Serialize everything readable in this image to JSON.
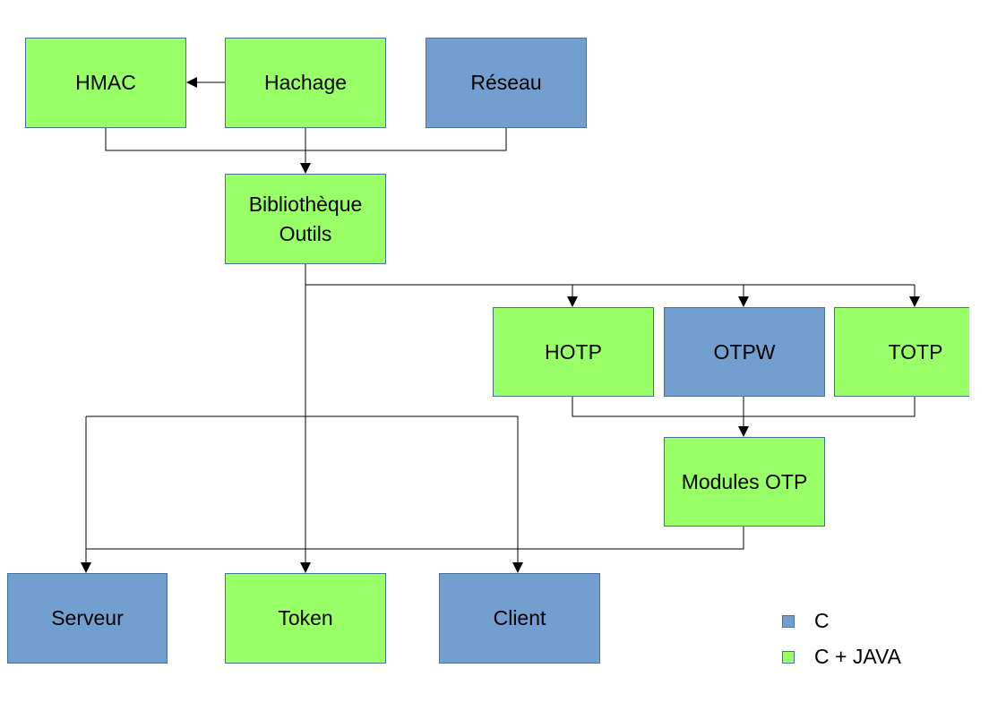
{
  "colors": {
    "green": "#99ff66",
    "blue": "#729fcf",
    "line": "#000000"
  },
  "nodes": {
    "hmac": {
      "label": "HMAC",
      "lang": "c_java"
    },
    "hachage": {
      "label": "Hachage",
      "lang": "c_java"
    },
    "reseau": {
      "label": "Réseau",
      "lang": "c"
    },
    "bibliotheque": {
      "label": "Bibliothèque\nOutils",
      "lang": "c_java"
    },
    "hotp": {
      "label": "HOTP",
      "lang": "c_java"
    },
    "otpw": {
      "label": "OTPW",
      "lang": "c"
    },
    "totp": {
      "label": "TOTP",
      "lang": "c_java"
    },
    "modules_otp": {
      "label": "Modules OTP",
      "lang": "c_java"
    },
    "serveur": {
      "label": "Serveur",
      "lang": "c"
    },
    "token": {
      "label": "Token",
      "lang": "c_java"
    },
    "client": {
      "label": "Client",
      "lang": "c"
    }
  },
  "edges": [
    {
      "from": "hachage",
      "to": "hmac"
    },
    {
      "from": "hmac",
      "to": "bibliotheque"
    },
    {
      "from": "hachage",
      "to": "bibliotheque"
    },
    {
      "from": "reseau",
      "to": "bibliotheque"
    },
    {
      "from": "bibliotheque",
      "to": "hotp"
    },
    {
      "from": "bibliotheque",
      "to": "otpw"
    },
    {
      "from": "bibliotheque",
      "to": "totp"
    },
    {
      "from": "hotp",
      "to": "modules_otp"
    },
    {
      "from": "otpw",
      "to": "modules_otp"
    },
    {
      "from": "totp",
      "to": "modules_otp"
    },
    {
      "from": "bibliotheque",
      "to": "serveur"
    },
    {
      "from": "bibliotheque",
      "to": "token"
    },
    {
      "from": "bibliotheque",
      "to": "client"
    },
    {
      "from": "modules_otp",
      "to": "serveur"
    },
    {
      "from": "modules_otp",
      "to": "token"
    },
    {
      "from": "modules_otp",
      "to": "client"
    }
  ],
  "legend": {
    "c": {
      "label": "C",
      "color": "#729fcf"
    },
    "c_java": {
      "label": "C + JAVA",
      "color": "#99ff66"
    }
  }
}
